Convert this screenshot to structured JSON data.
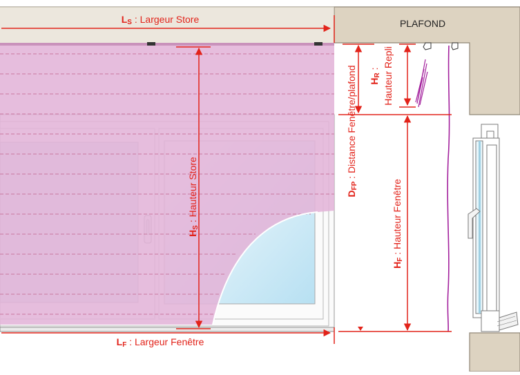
{
  "labels": {
    "ls": {
      "sym": "L",
      "sub": "S",
      "text": " : Largeur Store"
    },
    "lf": {
      "sym": "L",
      "sub": "F",
      "text": " : Largeur Fenêtre"
    },
    "hs": {
      "sym": "H",
      "sub": "S",
      "text": " : Hauteur Store"
    },
    "hf": {
      "sym": "H",
      "sub": "F",
      "text": " : Hauteur Fenêtre"
    },
    "dfp": {
      "sym": "D",
      "sub": "FP",
      "text": " : Distance Fenêtre/plafond"
    },
    "hr": {
      "sym": "H",
      "sub": "R",
      "line1": " :",
      "line2": "Hauteur Repli"
    },
    "plafond": "PLAFOND"
  },
  "colors": {
    "dimension": "#e2231a",
    "blind": "#e3b4d8",
    "slat_line": "#c9789f",
    "wall": "#ddd3c1",
    "wall_stroke": "#8f8676",
    "glass": "#c7e7f4",
    "cord": "#a3219d"
  }
}
